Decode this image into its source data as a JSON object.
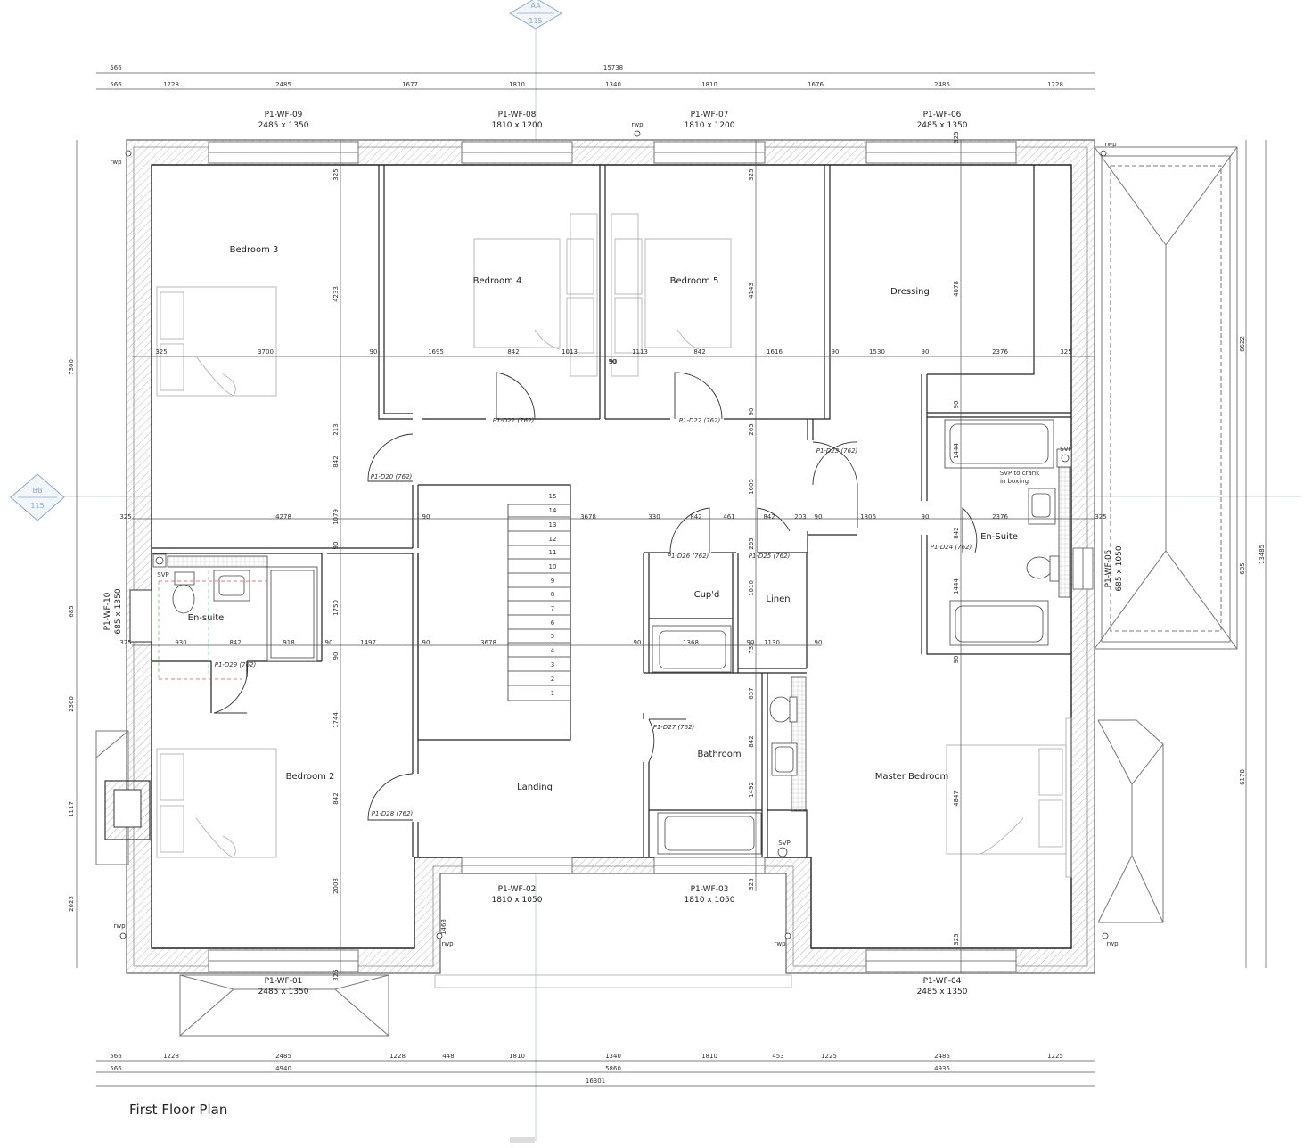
{
  "title": "First Floor Plan",
  "markers": {
    "section_aa": {
      "label": "AA",
      "sheet": "115"
    },
    "section_bb": {
      "label": "BB",
      "sheet": "115"
    }
  },
  "rooms": {
    "bedroom3": "Bedroom 3",
    "bedroom4": "Bedroom 4",
    "bedroom5": "Bedroom 5",
    "dressing": "Dressing",
    "ensuite_west": "En-suite",
    "ensuite_east": "En-Suite",
    "cupd": "Cup'd",
    "linen": "Linen",
    "bathroom": "Bathroom",
    "landing": "Landing",
    "bedroom2": "Bedroom 2",
    "master": "Master Bedroom"
  },
  "windows": [
    {
      "id": "P1-WF-09",
      "size": "2485 x 1350"
    },
    {
      "id": "P1-WF-08",
      "size": "1810 x 1200"
    },
    {
      "id": "P1-WF-07",
      "size": "1810 x 1200"
    },
    {
      "id": "P1-WF-06",
      "size": "2485 x 1350"
    },
    {
      "id": "P1-WF-05",
      "size": "685 x 1050"
    },
    {
      "id": "P1-WF-10",
      "size": "685 x 1350"
    },
    {
      "id": "P1-WF-02",
      "size": "1810 x 1050"
    },
    {
      "id": "P1-WF-03",
      "size": "1810 x 1050"
    },
    {
      "id": "P1-WF-01",
      "size": "2485 x 1350"
    },
    {
      "id": "P1-WF-04",
      "size": "2485 x 1350"
    }
  ],
  "doors": {
    "d20": "P1-D20 (762)",
    "d21": "P1-D21 (762)",
    "d22": "P1-D22 (762)",
    "d23": "P1-D23 (762)",
    "d24": "P1-D24 (762)",
    "d25": "P1-D25 (762)",
    "d26": "P1-D26 (762)",
    "d27": "P1-D27 (762)",
    "d28": "P1-D28 (762)",
    "d29": "P1-D29 (762)"
  },
  "notes": {
    "rwp": "rwp",
    "svp": "SVP",
    "svp_crank_1": "SVP to crank",
    "svp_crank_2": "in boxing"
  },
  "stair_steps": [
    "15",
    "14",
    "13",
    "12",
    "11",
    "10",
    "9",
    "8",
    "7",
    "6",
    "5",
    "4",
    "3",
    "2",
    "1"
  ],
  "dims": {
    "top_total": "15738",
    "top_offset": "566",
    "top_row": [
      "566",
      "1228",
      "2485",
      "1677",
      "1810",
      "1340",
      "1810",
      "1676",
      "2485",
      "1228"
    ],
    "bottom_row1": [
      "566",
      "1228",
      "2485",
      "1228",
      "448",
      "1810",
      "1340",
      "1810",
      "453",
      "1225",
      "2485",
      "1225"
    ],
    "bottom_row2": [
      "566",
      "4940",
      "5860",
      "4935"
    ],
    "bottom_total": "16301",
    "left": [
      "7300",
      "685",
      "2360",
      "1117",
      "2023"
    ],
    "right_inner": [
      "6622",
      "685",
      "6178"
    ],
    "right_total": "13485",
    "row_upper": [
      "325",
      "3700",
      "90",
      "1695",
      "842",
      "1013",
      "90",
      "1113",
      "842",
      "1616",
      "90",
      "1530",
      "90",
      "2376",
      "325"
    ],
    "row_mid": [
      "325",
      "4278",
      "90",
      "3678",
      "330",
      "842",
      "461",
      "842",
      "203",
      "90",
      "1806",
      "90",
      "2376",
      "325"
    ],
    "row_lower": [
      "325",
      "930",
      "842",
      "918",
      "90",
      "1497",
      "90",
      "3678",
      "90",
      "1368",
      "90",
      "1130",
      "90"
    ],
    "v_west": [
      "325",
      "4233",
      "213",
      "842",
      "1079",
      "90",
      "1750",
      "90",
      "1744",
      "842",
      "2003",
      "325"
    ],
    "v_mid": [
      "325",
      "4143",
      "90",
      "265",
      "1605",
      "265",
      "1010",
      "733",
      "657",
      "842",
      "1492",
      "325"
    ],
    "v_east": [
      "325",
      "4078",
      "90",
      "1444",
      "842",
      "1444",
      "90",
      "4847",
      "325"
    ],
    "misc_90": "90",
    "misc_1463": "1463"
  }
}
